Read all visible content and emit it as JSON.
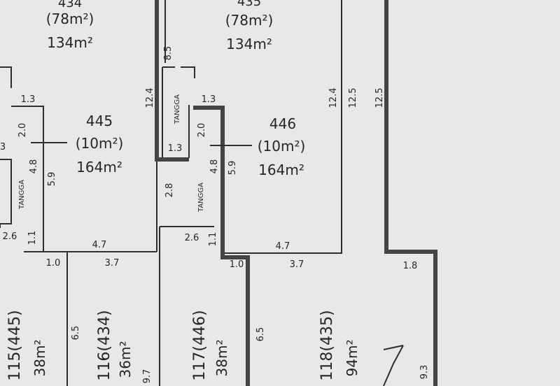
{
  "plots": {
    "p434": {
      "top": "434",
      "area_paren": "(78m²)",
      "area": "134m²"
    },
    "p435": {
      "top": "435",
      "area_paren": "(78m²)",
      "area": "134m²"
    },
    "p445": {
      "number": "445",
      "area_paren": "(10m²)",
      "area": "164m²"
    },
    "p446": {
      "number": "446",
      "area_paren": "(10m²)",
      "area": "164m²"
    },
    "p115": {
      "number": "115(445)",
      "area": "38m²"
    },
    "p116": {
      "number": "116(434)",
      "area": "36m²"
    },
    "p117": {
      "number": "117(446)",
      "area": "38m²"
    },
    "p118": {
      "number": "118(435)",
      "area": "94m²"
    }
  },
  "stair_label": "TANGGA",
  "dimensions": {
    "d1_3_a": "1.3",
    "d2_0_a": "2.0",
    "d4_8_a": "4.8",
    "d5_9_a": "5.9",
    "d2_6_a": "2.6",
    "d1_1_a": "1.1",
    "d4_7_a": "4.7",
    "d1_0_a": "1.0",
    "d3_7_a": "3.7",
    "d6_5_a": "6.5",
    "d9_7": "9.7",
    "d8_5": "8.5",
    "d12_4_a": "12.4",
    "d1_3_b": "1.3",
    "d1_3_c": "1.3",
    "d2_0_b": "2.0",
    "d4_8_b": "4.8",
    "d5_9_b": "5.9",
    "d2_8": "2.8",
    "d2_6_b": "2.6",
    "d1_1_b": "1.1",
    "d4_7_b": "4.7",
    "d1_0_b": "1.0",
    "d3_7_b": "3.7",
    "d6_5_b": "6.5",
    "d12_4_b": "12.4",
    "d12_5_a": "12.5",
    "d12_5_b": "12.5",
    "d1_8": "1.8",
    "d9_3": "9.3",
    "d3": "3"
  }
}
